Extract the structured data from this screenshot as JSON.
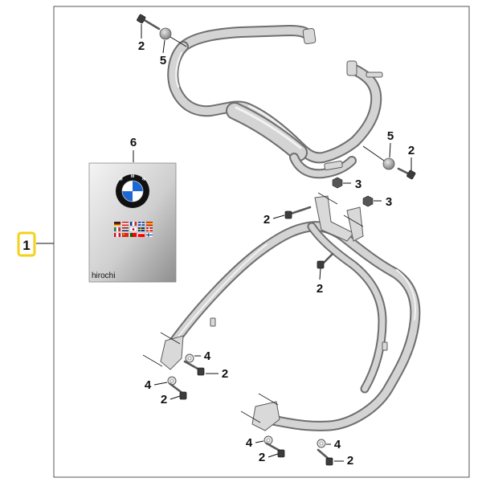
{
  "callouts": {
    "main": "1",
    "manual": "6",
    "bolt": "2",
    "nut": "3",
    "washer": "4",
    "cap": "5"
  },
  "manual_cover": {
    "logo_letters": "BMW",
    "watermark": "hirochi"
  },
  "colors": {
    "frame": "#555555",
    "highlight": "#f2d21b",
    "tube_outline": "#6e6e6e",
    "tube_fill": "#d4d4d4"
  }
}
